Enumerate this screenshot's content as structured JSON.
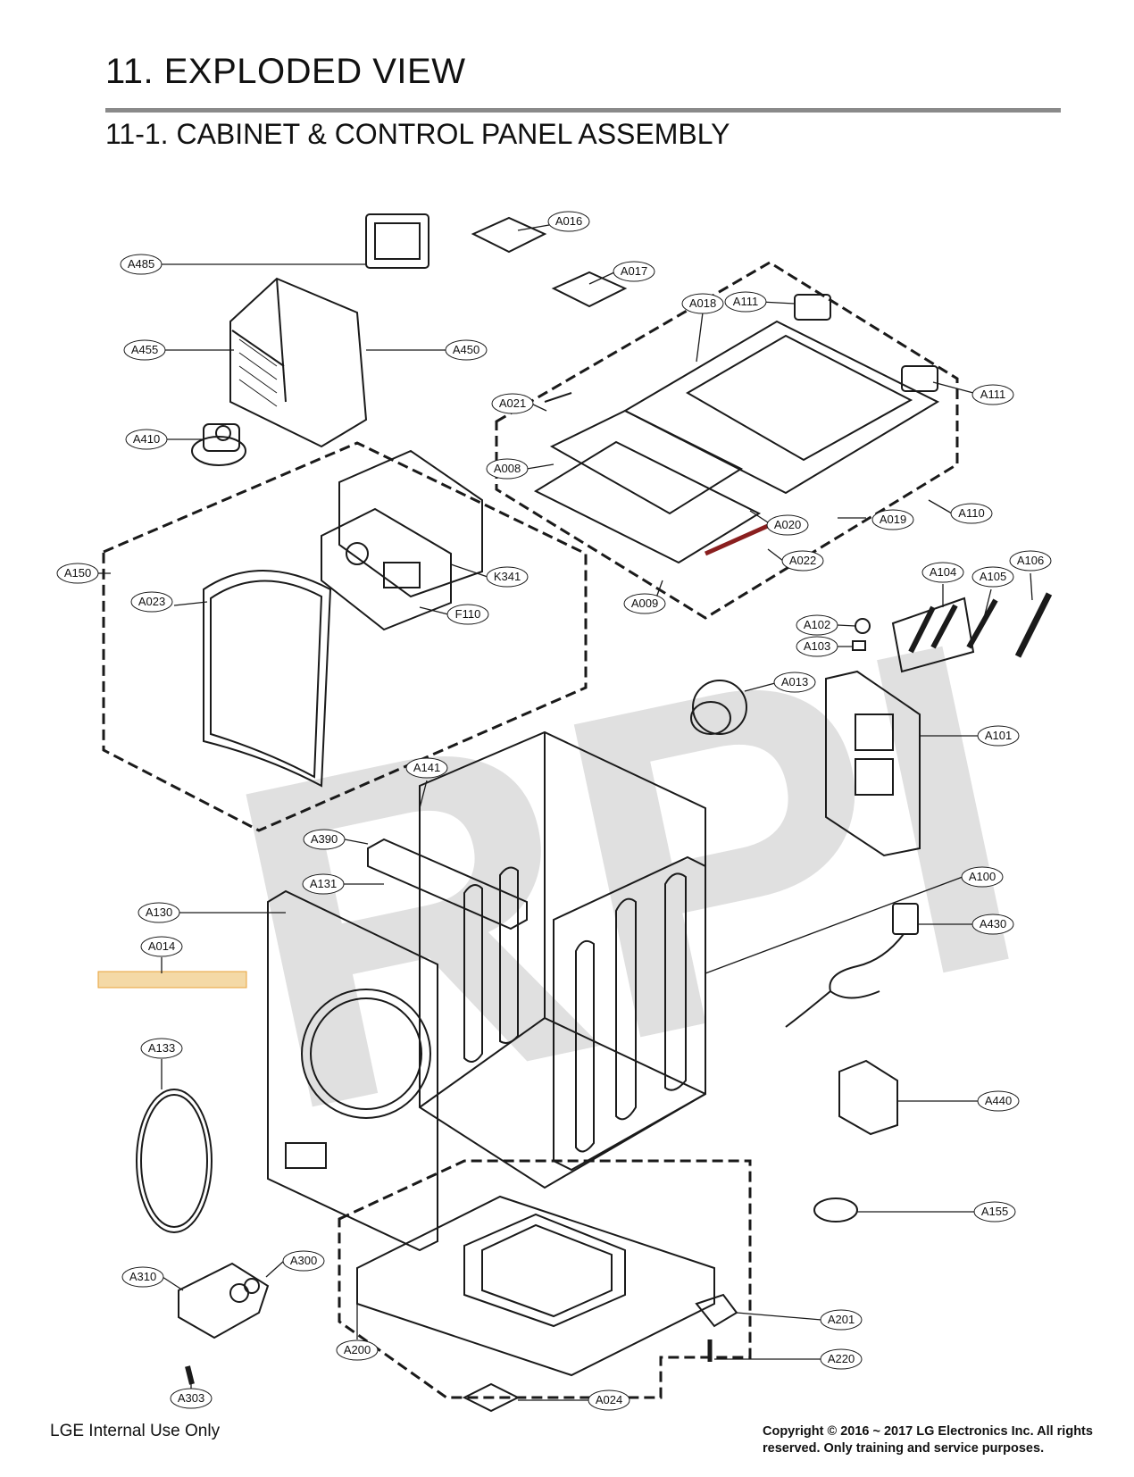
{
  "header": {
    "title": "11. EXPLODED VIEW",
    "subtitle": "11-1. CABINET  & CONTROL PANEL ASSEMBLY"
  },
  "watermark": "RPI",
  "footer": {
    "left": "LGE Internal Use Only",
    "right": "Copyright © 2016 ~ 2017 LG Electronics Inc. All rights reserved. Only training and service purposes."
  },
  "callouts": {
    "A485": "A485",
    "A016": "A016",
    "A017": "A017",
    "A018": "A018",
    "A111a": "A111",
    "A111b": "A111",
    "A455": "A455",
    "A450": "A450",
    "A021": "A021",
    "A410": "A410",
    "A008": "A008",
    "A110": "A110",
    "A020": "A020",
    "A019": "A019",
    "A022": "A022",
    "A009": "A009",
    "K341": "K341",
    "F110": "F110",
    "A150": "A150",
    "A023": "A023",
    "A104": "A104",
    "A105": "A105",
    "A106": "A106",
    "A102": "A102",
    "A103": "A103",
    "A013": "A013",
    "A101": "A101",
    "A141": "A141",
    "A390": "A390",
    "A131": "A131",
    "A100": "A100",
    "A130": "A130",
    "A430": "A430",
    "A014": "A014",
    "A133": "A133",
    "A440": "A440",
    "A155": "A155",
    "A300": "A300",
    "A310": "A310",
    "A201": "A201",
    "A200": "A200",
    "A220": "A220",
    "A303": "A303",
    "A024": "A024"
  },
  "colors": {
    "line": "#1a1a1a",
    "rule": "#8a8a8a",
    "label_accent": "#e8a23a",
    "watermark": "#d6d6d6"
  }
}
